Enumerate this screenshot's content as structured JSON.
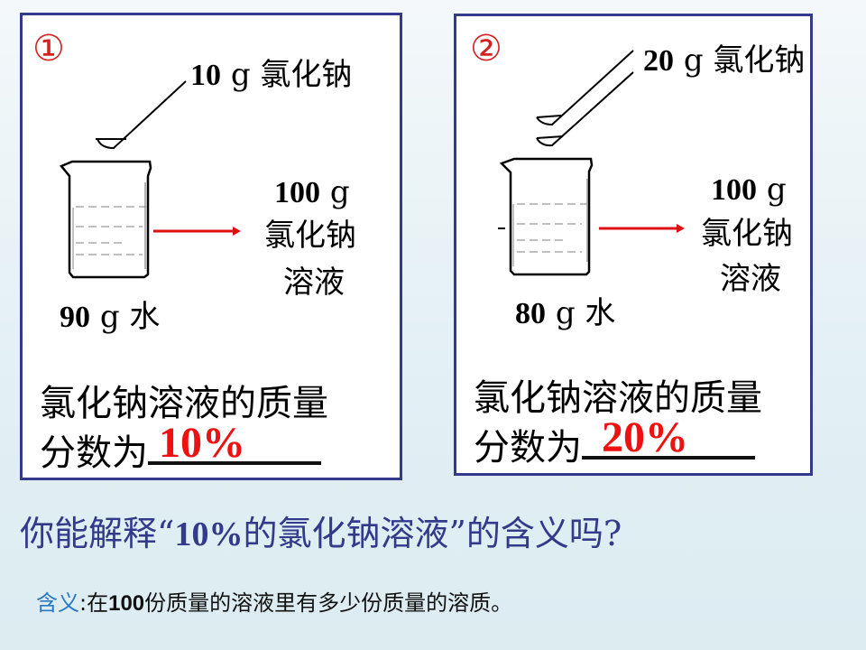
{
  "panel1": {
    "number": "①",
    "solute_amount": "10",
    "solute_unit": "g",
    "solute_name": "氯化钠",
    "water_amount": "90",
    "water_unit": "g",
    "water_name": "水",
    "solution_mass": "100",
    "solution_unit": "g",
    "solution_line2": "氯化钠",
    "solution_line3": "溶液",
    "statement_line1": "氯化钠溶液的质量",
    "statement_line2": "分数为",
    "answer": "10%"
  },
  "panel2": {
    "number": "②",
    "solute_amount": "20",
    "solute_unit": "g",
    "solute_name": "氯化钠",
    "water_amount": "80",
    "water_unit": "g",
    "water_name": "水",
    "solution_mass": "100",
    "solution_unit": "g",
    "solution_line2": "氯化钠",
    "solution_line3": "溶液",
    "statement_line1": "氯化钠溶液的质量",
    "statement_line2": "分数为",
    "answer": "20%"
  },
  "question": {
    "prefix": "你能解释“",
    "bold": "10%",
    "suffix": "的氯化钠溶液”的含义吗?"
  },
  "meaning": {
    "key": "含义",
    "colon": ":",
    "pre": "在",
    "bold": "100",
    "post": "份质量的溶液里有多少份质量的溶质。"
  },
  "colors": {
    "panel_border": "#333a8c",
    "answer_red": "#ee1111",
    "arrow_red": "#dd1111",
    "question_blue": "#333a8c",
    "meaning_key_blue": "#2a78c2"
  }
}
